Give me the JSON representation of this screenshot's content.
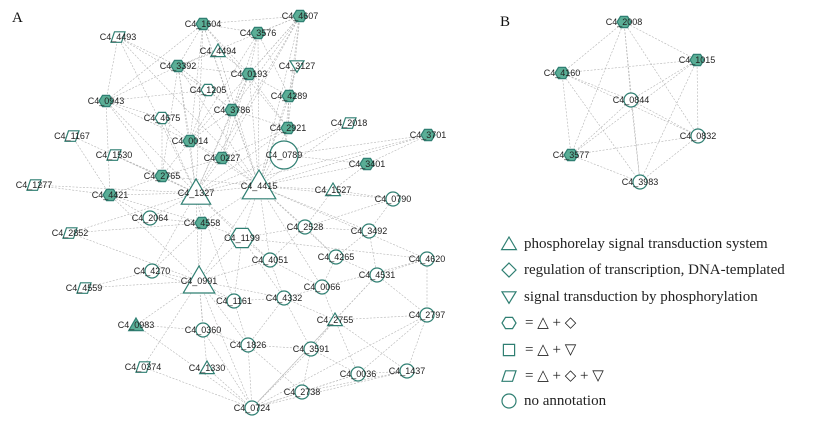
{
  "colors": {
    "fill": "#5aae96",
    "stroke": "#2f7f72",
    "edge": "#b4b4b4",
    "hollow": "#ffffff"
  },
  "panels": {
    "a": "A",
    "b": "B"
  },
  "legend": [
    {
      "shape": "triangle",
      "text": "phosphorelay signal transduction system"
    },
    {
      "shape": "diamond",
      "text": "regulation of transcription, DNA-templated"
    },
    {
      "shape": "vtriangle",
      "text": "signal transduction by phosphorylation"
    },
    {
      "shape": "hexagon",
      "text": "= △ + ◇"
    },
    {
      "shape": "square",
      "text": "= △ + ▽"
    },
    {
      "shape": "parallelogram",
      "text": "= △ + ◇ + ▽"
    },
    {
      "shape": "circle",
      "text": "no annotation"
    }
  ],
  "network_a": {
    "nodes": [
      {
        "id": "C4_1604",
        "shape": "hexagon",
        "filled": true
      },
      {
        "id": "C4_4607",
        "shape": "hexagon",
        "filled": true
      },
      {
        "id": "C4_3576",
        "shape": "hexagon",
        "filled": true
      },
      {
        "id": "C4_4493",
        "shape": "parallelogram",
        "filled": false
      },
      {
        "id": "C4_4494",
        "shape": "triangle",
        "filled": false
      },
      {
        "id": "C4_3392",
        "shape": "hexagon",
        "filled": true
      },
      {
        "id": "C4_0193",
        "shape": "hexagon",
        "filled": true
      },
      {
        "id": "C4_3127",
        "shape": "vtriangle",
        "filled": false
      },
      {
        "id": "C4_1205",
        "shape": "hexagon",
        "filled": false
      },
      {
        "id": "C4_0943",
        "shape": "hexagon",
        "filled": true
      },
      {
        "id": "C4_4289",
        "shape": "hexagon",
        "filled": true
      },
      {
        "id": "C4_3786",
        "shape": "hexagon",
        "filled": true
      },
      {
        "id": "C4_4675",
        "shape": "hexagon",
        "filled": false
      },
      {
        "id": "C4_2018",
        "shape": "parallelogram",
        "filled": false
      },
      {
        "id": "C4_3701",
        "shape": "hexagon",
        "filled": true
      },
      {
        "id": "C4_1167",
        "shape": "parallelogram",
        "filled": false
      },
      {
        "id": "C4_2921",
        "shape": "hexagon",
        "filled": true
      },
      {
        "id": "C4_0014",
        "shape": "hexagon",
        "filled": true
      },
      {
        "id": "C4_1530",
        "shape": "parallelogram",
        "filled": false
      },
      {
        "id": "C4_0227",
        "shape": "hexagon",
        "filled": true
      },
      {
        "id": "C4_0789",
        "shape": "circle",
        "filled": false,
        "big": true
      },
      {
        "id": "C4_3401",
        "shape": "hexagon",
        "filled": true
      },
      {
        "id": "C4_2765",
        "shape": "hexagon",
        "filled": true
      },
      {
        "id": "C4_1277",
        "shape": "parallelogram",
        "filled": false
      },
      {
        "id": "C4_1327",
        "shape": "triangle",
        "filled": false,
        "big": true
      },
      {
        "id": "C4_4415",
        "shape": "triangle",
        "filled": false,
        "big": true
      },
      {
        "id": "C4_1527",
        "shape": "triangle",
        "filled": false
      },
      {
        "id": "C4_4421",
        "shape": "hexagon",
        "filled": true
      },
      {
        "id": "C4_0790",
        "shape": "circle",
        "filled": false
      },
      {
        "id": "C4_2064",
        "shape": "circle",
        "filled": false
      },
      {
        "id": "C4_4558",
        "shape": "hexagon",
        "filled": true
      },
      {
        "id": "C4_2852",
        "shape": "parallelogram",
        "filled": false
      },
      {
        "id": "C4_2528",
        "shape": "circle",
        "filled": false
      },
      {
        "id": "C4_1199",
        "shape": "hexagon",
        "filled": false,
        "big": true
      },
      {
        "id": "C4_3492",
        "shape": "circle",
        "filled": false
      },
      {
        "id": "C4_4051",
        "shape": "circle",
        "filled": false
      },
      {
        "id": "C4_4265",
        "shape": "circle",
        "filled": false
      },
      {
        "id": "C4_4620",
        "shape": "circle",
        "filled": false
      },
      {
        "id": "C4_4270",
        "shape": "circle",
        "filled": false
      },
      {
        "id": "C4_4531",
        "shape": "circle",
        "filled": false
      },
      {
        "id": "C4_4559",
        "shape": "parallelogram",
        "filled": false
      },
      {
        "id": "C4_0991",
        "shape": "triangle",
        "filled": false,
        "big": true
      },
      {
        "id": "C4_0066",
        "shape": "circle",
        "filled": false
      },
      {
        "id": "C4_1161",
        "shape": "circle",
        "filled": false
      },
      {
        "id": "C4_4332",
        "shape": "circle",
        "filled": false
      },
      {
        "id": "C4_0983",
        "shape": "triangle",
        "filled": true
      },
      {
        "id": "C4_2755",
        "shape": "triangle",
        "filled": false
      },
      {
        "id": "C4_2797",
        "shape": "circle",
        "filled": false
      },
      {
        "id": "C4_0360",
        "shape": "circle",
        "filled": false
      },
      {
        "id": "C4_1826",
        "shape": "circle",
        "filled": false
      },
      {
        "id": "C4_3591",
        "shape": "circle",
        "filled": false
      },
      {
        "id": "C4_0374",
        "shape": "parallelogram",
        "filled": false
      },
      {
        "id": "C4_1330",
        "shape": "triangle",
        "filled": false
      },
      {
        "id": "C4_0036",
        "shape": "circle",
        "filled": false
      },
      {
        "id": "C4_1437",
        "shape": "circle",
        "filled": false
      },
      {
        "id": "C4_2738",
        "shape": "circle",
        "filled": false
      },
      {
        "id": "C4_0724",
        "shape": "circle",
        "filled": false
      }
    ],
    "edges": [
      [
        "C4_1604",
        "C4_3392"
      ],
      [
        "C4_1604",
        "C4_0193"
      ],
      [
        "C4_1604",
        "C4_4607"
      ],
      [
        "C4_1604",
        "C4_3576"
      ],
      [
        "C4_1604",
        "C4_0014"
      ],
      [
        "C4_1604",
        "C4_1327"
      ],
      [
        "C4_1604",
        "C4_4415"
      ],
      [
        "C4_1604",
        "C4_0943"
      ],
      [
        "C4_1604",
        "C4_2921"
      ],
      [
        "C4_1604",
        "C4_3786"
      ],
      [
        "C4_4607",
        "C4_3576"
      ],
      [
        "C4_4607",
        "C4_0193"
      ],
      [
        "C4_4607",
        "C4_3786"
      ],
      [
        "C4_4607",
        "C4_0227"
      ],
      [
        "C4_4607",
        "C4_4415"
      ],
      [
        "C4_4607",
        "C4_2921"
      ],
      [
        "C4_4607",
        "C4_1327"
      ],
      [
        "C4_4607",
        "C4_3392"
      ],
      [
        "C4_4607",
        "C4_4289"
      ],
      [
        "C4_4607",
        "C4_0014"
      ],
      [
        "C4_3576",
        "C4_0193"
      ],
      [
        "C4_3576",
        "C4_3786"
      ],
      [
        "C4_3576",
        "C4_4289"
      ],
      [
        "C4_3576",
        "C4_0014"
      ],
      [
        "C4_3576",
        "C4_4415"
      ],
      [
        "C4_4493",
        "C4_3392"
      ],
      [
        "C4_4493",
        "C4_0943"
      ],
      [
        "C4_4493",
        "C4_1327"
      ],
      [
        "C4_4493",
        "C4_4415"
      ],
      [
        "C4_4493",
        "C4_1205"
      ],
      [
        "C4_4494",
        "C4_3392"
      ],
      [
        "C4_4494",
        "C4_0193"
      ],
      [
        "C4_4494",
        "C4_4415"
      ],
      [
        "C4_3127",
        "C4_4289"
      ],
      [
        "C4_3127",
        "C4_4415"
      ],
      [
        "C4_3392",
        "C4_0193"
      ],
      [
        "C4_3392",
        "C4_1205"
      ],
      [
        "C4_3392",
        "C4_3786"
      ],
      [
        "C4_3392",
        "C4_0014"
      ],
      [
        "C4_3392",
        "C4_0943"
      ],
      [
        "C4_3392",
        "C4_1327"
      ],
      [
        "C4_3392",
        "C4_4415"
      ],
      [
        "C4_3392",
        "C4_2765"
      ],
      [
        "C4_0193",
        "C4_3786"
      ],
      [
        "C4_0193",
        "C4_4289"
      ],
      [
        "C4_0193",
        "C4_2921"
      ],
      [
        "C4_0193",
        "C4_0227"
      ],
      [
        "C4_0193",
        "C4_1327"
      ],
      [
        "C4_0193",
        "C4_4415"
      ],
      [
        "C4_0943",
        "C4_4675"
      ],
      [
        "C4_0943",
        "C4_0014"
      ],
      [
        "C4_0943",
        "C4_2765"
      ],
      [
        "C4_0943",
        "C4_4421"
      ],
      [
        "C4_0943",
        "C4_1327"
      ],
      [
        "C4_0943",
        "C4_1205"
      ],
      [
        "C4_4675",
        "C4_0014"
      ],
      [
        "C4_4675",
        "C4_1327"
      ],
      [
        "C4_4675",
        "C4_2765"
      ],
      [
        "C4_1205",
        "C4_3786"
      ],
      [
        "C4_1205",
        "C4_0014"
      ],
      [
        "C4_3786",
        "C4_2921"
      ],
      [
        "C4_3786",
        "C4_0227"
      ],
      [
        "C4_3786",
        "C4_1327"
      ],
      [
        "C4_3786",
        "C4_4415"
      ],
      [
        "C4_3786",
        "C4_0014"
      ],
      [
        "C4_4289",
        "C4_2921"
      ],
      [
        "C4_4289",
        "C4_0789"
      ],
      [
        "C4_4289",
        "C4_4415"
      ],
      [
        "C4_2018",
        "C4_0789"
      ],
      [
        "C4_2018",
        "C4_4415"
      ],
      [
        "C4_3701",
        "C4_0789"
      ],
      [
        "C4_3701",
        "C4_3401"
      ],
      [
        "C4_3701",
        "C4_4415"
      ],
      [
        "C4_3701",
        "C4_1327"
      ],
      [
        "C4_1167",
        "C4_1327"
      ],
      [
        "C4_1167",
        "C4_4421"
      ],
      [
        "C4_1530",
        "C4_1327"
      ],
      [
        "C4_1530",
        "C4_2765"
      ],
      [
        "C4_0014",
        "C4_0227"
      ],
      [
        "C4_0014",
        "C4_2765"
      ],
      [
        "C4_0014",
        "C4_1327"
      ],
      [
        "C4_0014",
        "C4_4415"
      ],
      [
        "C4_2921",
        "C4_0227"
      ],
      [
        "C4_2921",
        "C4_4415"
      ],
      [
        "C4_2921",
        "C4_0789"
      ],
      [
        "C4_2921",
        "C4_1327"
      ],
      [
        "C4_0227",
        "C4_4415"
      ],
      [
        "C4_0227",
        "C4_1327"
      ],
      [
        "C4_0227",
        "C4_2765"
      ],
      [
        "C4_0789",
        "C4_4415"
      ],
      [
        "C4_0789",
        "C4_1327"
      ],
      [
        "C4_0789",
        "C4_3401"
      ],
      [
        "C4_3401",
        "C4_4415"
      ],
      [
        "C4_3401",
        "C4_1527"
      ],
      [
        "C4_2765",
        "C4_1327"
      ],
      [
        "C4_2765",
        "C4_4421"
      ],
      [
        "C4_2765",
        "C4_4415"
      ],
      [
        "C4_1277",
        "C4_4421"
      ],
      [
        "C4_1277",
        "C4_1327"
      ],
      [
        "C4_4421",
        "C4_1327"
      ],
      [
        "C4_4421",
        "C4_2064"
      ],
      [
        "C4_4421",
        "C4_0991"
      ],
      [
        "C4_4421",
        "C4_4558"
      ],
      [
        "C4_1327",
        "C4_4415"
      ],
      [
        "C4_1327",
        "C4_4558"
      ],
      [
        "C4_1327",
        "C4_1199"
      ],
      [
        "C4_1327",
        "C4_0991"
      ],
      [
        "C4_1327",
        "C4_2064"
      ],
      [
        "C4_1327",
        "C4_2852"
      ],
      [
        "C4_1327",
        "C4_4270"
      ],
      [
        "C4_1327",
        "C4_4051"
      ],
      [
        "C4_1327",
        "C4_1161"
      ],
      [
        "C4_4415",
        "C4_1199"
      ],
      [
        "C4_4415",
        "C4_2528"
      ],
      [
        "C4_4415",
        "C4_0991"
      ],
      [
        "C4_4415",
        "C4_4558"
      ],
      [
        "C4_4415",
        "C4_4051"
      ],
      [
        "C4_4415",
        "C4_1527"
      ],
      [
        "C4_4415",
        "C4_0790"
      ],
      [
        "C4_4415",
        "C4_3492"
      ],
      [
        "C4_4415",
        "C4_4265"
      ],
      [
        "C4_4415",
        "C4_0066"
      ],
      [
        "C4_1527",
        "C4_0790"
      ],
      [
        "C4_1527",
        "C4_2528"
      ],
      [
        "C4_0790",
        "C4_2528"
      ],
      [
        "C4_0790",
        "C4_3492"
      ],
      [
        "C4_2064",
        "C4_4558"
      ],
      [
        "C4_2852",
        "C4_4558"
      ],
      [
        "C4_2852",
        "C4_0991"
      ],
      [
        "C4_4558",
        "C4_1199"
      ],
      [
        "C4_4558",
        "C4_0991"
      ],
      [
        "C4_4558",
        "C4_4270"
      ],
      [
        "C4_1199",
        "C4_0991"
      ],
      [
        "C4_1199",
        "C4_4051"
      ],
      [
        "C4_1199",
        "C4_2528"
      ],
      [
        "C4_1199",
        "C4_1161"
      ],
      [
        "C4_1199",
        "C4_4332"
      ],
      [
        "C4_2528",
        "C4_3492"
      ],
      [
        "C4_2528",
        "C4_4051"
      ],
      [
        "C4_2528",
        "C4_4265"
      ],
      [
        "C4_3492",
        "C4_4265"
      ],
      [
        "C4_3492",
        "C4_4531"
      ],
      [
        "C4_4051",
        "C4_0991"
      ],
      [
        "C4_4051",
        "C4_4332"
      ],
      [
        "C4_4051",
        "C4_0066"
      ],
      [
        "C4_4265",
        "C4_0066"
      ],
      [
        "C4_4265",
        "C4_4531"
      ],
      [
        "C4_4620",
        "C4_4531"
      ],
      [
        "C4_4620",
        "C4_2797"
      ],
      [
        "C4_4620",
        "C4_0066"
      ],
      [
        "C4_4620",
        "C4_4415"
      ],
      [
        "C4_4270",
        "C4_0991"
      ],
      [
        "C4_4270",
        "C4_4559"
      ],
      [
        "C4_4270",
        "C4_1161"
      ],
      [
        "C4_4531",
        "C4_2755"
      ],
      [
        "C4_4531",
        "C4_2797"
      ],
      [
        "C4_4559",
        "C4_0991"
      ],
      [
        "C4_0991",
        "C4_1161"
      ],
      [
        "C4_0991",
        "C4_0983"
      ],
      [
        "C4_0991",
        "C4_0360"
      ],
      [
        "C4_0991",
        "C4_1826"
      ],
      [
        "C4_0991",
        "C4_4332"
      ],
      [
        "C4_0991",
        "C4_1330"
      ],
      [
        "C4_0991",
        "C4_0374"
      ],
      [
        "C4_0991",
        "C4_0724"
      ],
      [
        "C4_0066",
        "C4_2755"
      ],
      [
        "C4_0066",
        "C4_4332"
      ],
      [
        "C4_1161",
        "C4_1826"
      ],
      [
        "C4_1161",
        "C4_4332"
      ],
      [
        "C4_4332",
        "C4_1826"
      ],
      [
        "C4_4332",
        "C4_3591"
      ],
      [
        "C4_4332",
        "C4_2755"
      ],
      [
        "C4_0983",
        "C4_0360"
      ],
      [
        "C4_0983",
        "C4_0724"
      ],
      [
        "C4_2755",
        "C4_3591"
      ],
      [
        "C4_2755",
        "C4_0036"
      ],
      [
        "C4_2755",
        "C4_1437"
      ],
      [
        "C4_2755",
        "C4_2797"
      ],
      [
        "C4_2797",
        "C4_1437"
      ],
      [
        "C4_2797",
        "C4_0036"
      ],
      [
        "C4_0360",
        "C4_1826"
      ],
      [
        "C4_0360",
        "C4_0724"
      ],
      [
        "C4_1826",
        "C4_3591"
      ],
      [
        "C4_1826",
        "C4_0724"
      ],
      [
        "C4_1826",
        "C4_2738"
      ],
      [
        "C4_3591",
        "C4_0036"
      ],
      [
        "C4_3591",
        "C4_2738"
      ],
      [
        "C4_3591",
        "C4_0724"
      ],
      [
        "C4_0374",
        "C4_0724"
      ],
      [
        "C4_1330",
        "C4_0724"
      ],
      [
        "C4_0036",
        "C4_1437"
      ],
      [
        "C4_0036",
        "C4_2738"
      ],
      [
        "C4_1437",
        "C4_2738"
      ],
      [
        "C4_2738",
        "C4_0724"
      ],
      [
        "C4_1437",
        "C4_0724"
      ],
      [
        "C4_0036",
        "C4_0724"
      ],
      [
        "C4_2755",
        "C4_0724"
      ],
      [
        "C4_4620",
        "C4_1199"
      ],
      [
        "C4_2797",
        "C4_0724"
      ],
      [
        "C4_4531",
        "C4_0724"
      ]
    ]
  },
  "network_b": {
    "nodes": [
      {
        "id": "C4_2008",
        "shape": "hexagon",
        "filled": true
      },
      {
        "id": "C4_1015",
        "shape": "hexagon",
        "filled": true
      },
      {
        "id": "C4_4160",
        "shape": "hexagon",
        "filled": true
      },
      {
        "id": "C4_0844",
        "shape": "circle",
        "filled": false
      },
      {
        "id": "C4_0832",
        "shape": "circle",
        "filled": false
      },
      {
        "id": "C4_3577",
        "shape": "hexagon",
        "filled": true
      },
      {
        "id": "C4_3983",
        "shape": "circle",
        "filled": false
      }
    ],
    "edges": [
      [
        "C4_2008",
        "C4_1015"
      ],
      [
        "C4_2008",
        "C4_4160"
      ],
      [
        "C4_2008",
        "C4_0844"
      ],
      [
        "C4_2008",
        "C4_0832"
      ],
      [
        "C4_2008",
        "C4_3577"
      ],
      [
        "C4_2008",
        "C4_3983"
      ],
      [
        "C4_1015",
        "C4_4160"
      ],
      [
        "C4_1015",
        "C4_0844"
      ],
      [
        "C4_1015",
        "C4_0832"
      ],
      [
        "C4_1015",
        "C4_3577"
      ],
      [
        "C4_1015",
        "C4_3983"
      ],
      [
        "C4_4160",
        "C4_0844"
      ],
      [
        "C4_4160",
        "C4_0832"
      ],
      [
        "C4_4160",
        "C4_3577"
      ],
      [
        "C4_4160",
        "C4_3983"
      ],
      [
        "C4_0844",
        "C4_0832"
      ],
      [
        "C4_0844",
        "C4_3577"
      ],
      [
        "C4_0844",
        "C4_3983"
      ],
      [
        "C4_0832",
        "C4_3577"
      ],
      [
        "C4_0832",
        "C4_3983"
      ],
      [
        "C4_3577",
        "C4_3983"
      ]
    ]
  }
}
